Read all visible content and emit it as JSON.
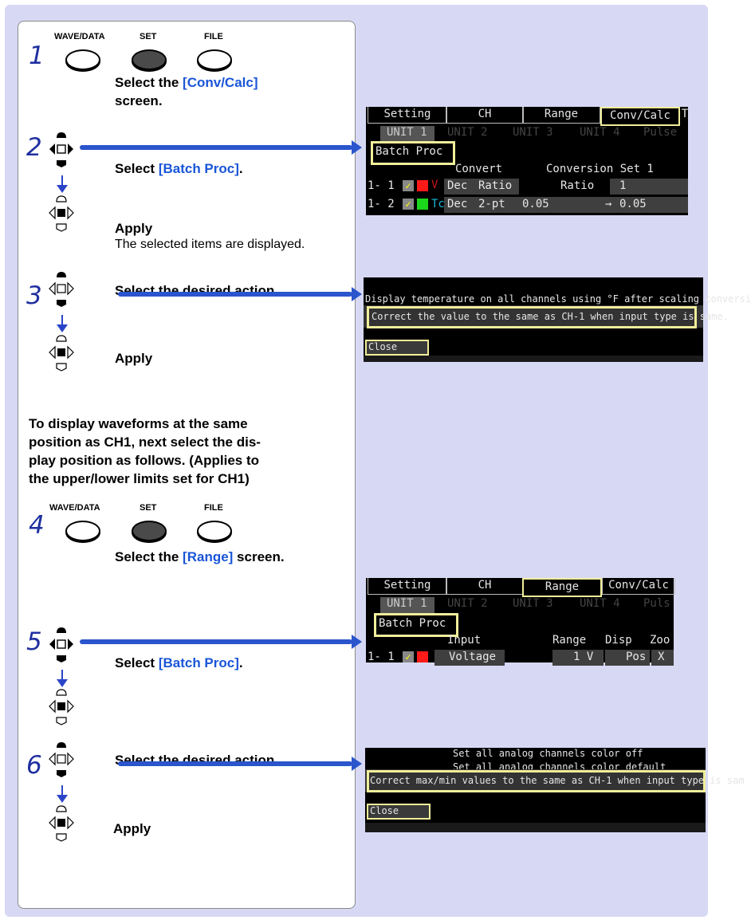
{
  "keys": {
    "wave_data": "WAVE/DATA",
    "set": "SET",
    "file": "FILE"
  },
  "steps": {
    "s1": {
      "num": "1",
      "line1_pre": "Select the ",
      "line1_hl": "[Conv/Calc]",
      "line2": "screen."
    },
    "s2": {
      "num": "2",
      "select_pre": "Select ",
      "select_hl": "[Batch Proc]",
      "select_post": ".",
      "apply": "Apply",
      "note": "The selected items are displayed."
    },
    "s3": {
      "num": "3",
      "action": "Select the desired action.",
      "apply": "Apply"
    },
    "paragraph": [
      "To display waveforms at the same",
      "position as CH1, next select the dis-",
      "play position as follows. (Applies to",
      "the upper/lower limits set for CH1)"
    ],
    "s4": {
      "num": "4",
      "line_pre": "Select the ",
      "line_hl": "[Range]",
      "line_post": " screen."
    },
    "s5": {
      "num": "5",
      "select_pre": "Select ",
      "select_hl": "[Batch Proc]",
      "select_post": "."
    },
    "s6": {
      "num": "6",
      "action": "Select the desired action.",
      "apply": "Apply"
    }
  },
  "screen1": {
    "tabs": [
      "Setting",
      "CH",
      "Range",
      "Conv/Calc",
      "T"
    ],
    "units": [
      "UNIT 1",
      "UNIT 2",
      "UNIT 3",
      "UNIT 4",
      "Pulse"
    ],
    "batch": "Batch Proc",
    "col_convert": "Convert",
    "col_conv_set": "Conversion Set 1",
    "row1": {
      "ch": "1- 1",
      "dec": "Dec",
      "mode": "Ratio",
      "label": "Ratio",
      "value": "1"
    },
    "row2": {
      "ch": "1- 2",
      "tc": "Tc",
      "dec": "Dec",
      "mode": "2-pt",
      "v1": "0.05",
      "v2": "0.05"
    }
  },
  "screen2": {
    "top": "Display temperature on all channels using °F after scaling conversi",
    "highlight": "Correct the value to the same as CH-1 when input type is same.",
    "close": "Close"
  },
  "screen3": {
    "tabs": [
      "Setting",
      "CH",
      "Range",
      "Conv/Calc"
    ],
    "units": [
      "UNIT 1",
      "UNIT 2",
      "UNIT 3",
      "UNIT 4",
      "Puls"
    ],
    "batch": "Batch Proc",
    "col_input": "Input",
    "col_range": "Range",
    "col_disp": "Disp",
    "col_zoom": "Zoo",
    "row1": {
      "ch": "1- 1",
      "input": "Voltage",
      "range": "1 V",
      "disp": "Pos",
      "zoom": "X"
    }
  },
  "screen4": {
    "line1": "Set all analog channels color off",
    "line2": "Set all analog channels color default",
    "highlight": "Correct max/min values to the same as CH-1 when input type is sam",
    "close": "Close"
  }
}
